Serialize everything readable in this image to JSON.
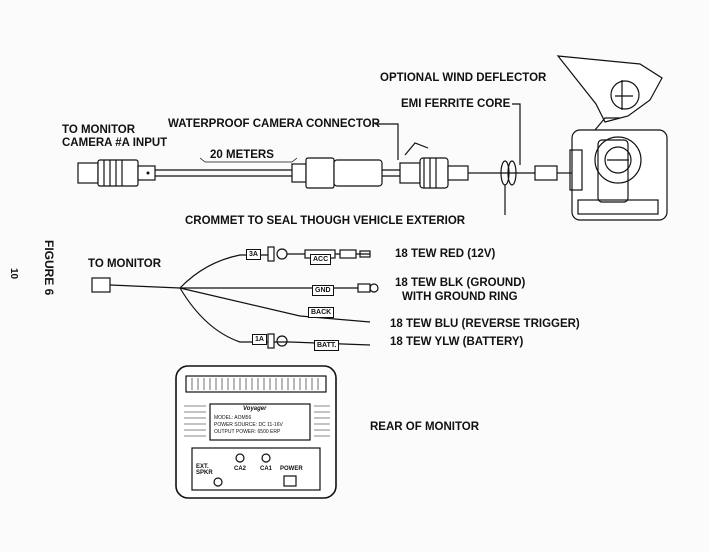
{
  "labels": {
    "optional_wind_deflector": "OPTIONAL WIND DEFLECTOR",
    "emi_ferrite_core": "EMI FERRITE CORE",
    "waterproof_camera_connector": "WATERPROOF CAMERA CONNECTOR",
    "to_monitor_camera_line1": "TO MONITOR",
    "to_monitor_camera_line2": "CAMERA #A INPUT",
    "cable_length": "20 METERS",
    "grommet": "CROMMET  TO SEAL THOUGH VEHICLE EXTERIOR",
    "to_monitor": "TO MONITOR",
    "wire_red": "18 TEW RED (12V)",
    "wire_blk_line1": "18 TEW BLK (GROUND)",
    "wire_blk_line2": "WITH GROUND RING",
    "wire_blu": "18 TEW BLU (REVERSE TRIGGER)",
    "wire_ylw": "18 TEW YLW (BATTERY)",
    "rear_of_monitor": "REAR OF MONITOR"
  },
  "tags": {
    "acc": "ACC",
    "gnd": "GND",
    "back": "BACK",
    "batt": "BATT.",
    "fuse_3a": "3A",
    "fuse_1a": "1A"
  },
  "side": {
    "figure": "FIGURE   6",
    "page": "10"
  },
  "monitor": {
    "brand": "Voyager",
    "model": "MODEL: AOM56",
    "power_source": "POWER SOURCE: DC 11-16V",
    "output_power": "OUTPUT POWER: 6500 ERP",
    "ext_spkr": "EXT. SPKR",
    "ca2": "CA2",
    "ca1": "CA1",
    "power": "POWER"
  }
}
